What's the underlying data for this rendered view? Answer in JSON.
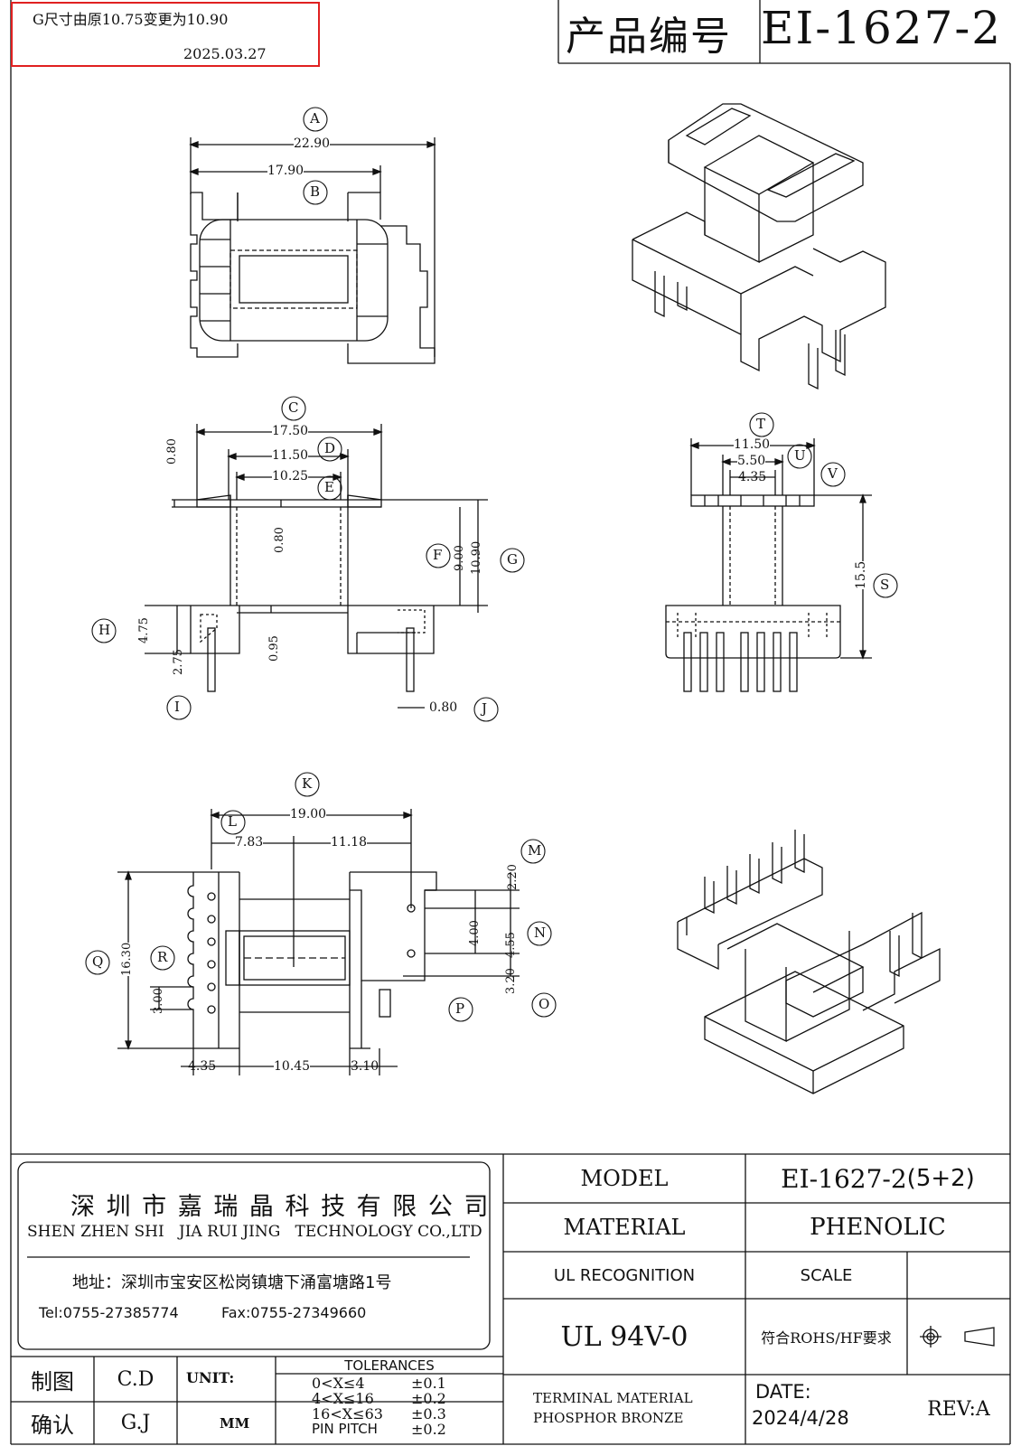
{
  "revision_note": {
    "text": "G尺寸由原10.75变更为10.90",
    "date": "2025.03.27",
    "highlight_color": "#e02020"
  },
  "title_block_top": {
    "label": "产品编号",
    "product_number": "EI-1627-2"
  },
  "view1_dims": {
    "A": "A",
    "B": "B",
    "a_value": "22.90",
    "b_value": "17.90"
  },
  "view2_dims": {
    "C": "C",
    "D": "D",
    "E": "E",
    "F": "F",
    "G": "G",
    "H": "H",
    "I": "I",
    "J": "J",
    "c_value": "17.50",
    "d_value": "11.50",
    "e_value": "10.25",
    "t080a": "0.80",
    "t080b": "0.80",
    "f_value": "9.00",
    "g_value": "10.90",
    "h_value": "4.75",
    "i_value": "2.75",
    "v095": "0.95",
    "j_value": "0.80"
  },
  "view3_dims": {
    "T": "T",
    "U": "U",
    "V": "V",
    "S": "S",
    "t_value": "11.50",
    "u_value": "5.50",
    "v_value": "4.35",
    "s_value": "15.5"
  },
  "view4_dims": {
    "K": "K",
    "L": "L",
    "M": "M",
    "N": "N",
    "O": "O",
    "P": "P",
    "Q": "Q",
    "R": "R",
    "k_value": "19.00",
    "l1": "7.83",
    "l2": "11.18",
    "m_value": "2.20",
    "n1": "4.00",
    "n2": "4.55",
    "o_value": "3.20",
    "q_value": "16.30",
    "r_value": "3.00",
    "b1": "4.35",
    "b2": "10.45",
    "b3": "3.10"
  },
  "company": {
    "name_cn": "深 圳 市 嘉 瑞 晶 科 技 有 限 公 司",
    "name_en": "SHEN ZHEN SHI   JIA RUI JING   TECHNOLOGY CO.,LTD",
    "address": "地址：深圳市宝安区松岗镇塘下涌富塘路1号",
    "tel": "Tel:0755-27385774",
    "fax": "Fax:0755-27349660"
  },
  "signoff": {
    "drawn_label": "制图",
    "drawn_by": "C.D",
    "confirm_label": "确认",
    "confirmed_by": "G.J",
    "unit_label": "UNIT:",
    "unit_value": "MM"
  },
  "tolerances": {
    "title": "TOLERANCES",
    "rows": [
      {
        "range": "0<X≤4",
        "tol": "±0.1"
      },
      {
        "range": "4<X≤16",
        "tol": "±0.2"
      },
      {
        "range": "16<X≤63",
        "tol": "±0.3"
      },
      {
        "range": "PIN PITCH",
        "tol": "±0.2"
      }
    ]
  },
  "spec": {
    "model_label": "MODEL",
    "model_value": "EI-1627-2",
    "model_pins": "(5+2)",
    "material_label": "MATERIAL",
    "material_value": "PHENOLIC",
    "ul_label": "UL RECOGNITION",
    "scale_label": "SCALE",
    "ul_value": "UL 94V-0",
    "rohs": "符合ROHS/HF要求",
    "terminal_line1": "TERMINAL MATERIAL",
    "terminal_line2": "PHOSPHOR BRONZE",
    "date_label": "DATE:",
    "date_value": "2024/4/28",
    "rev": "REV:A"
  }
}
